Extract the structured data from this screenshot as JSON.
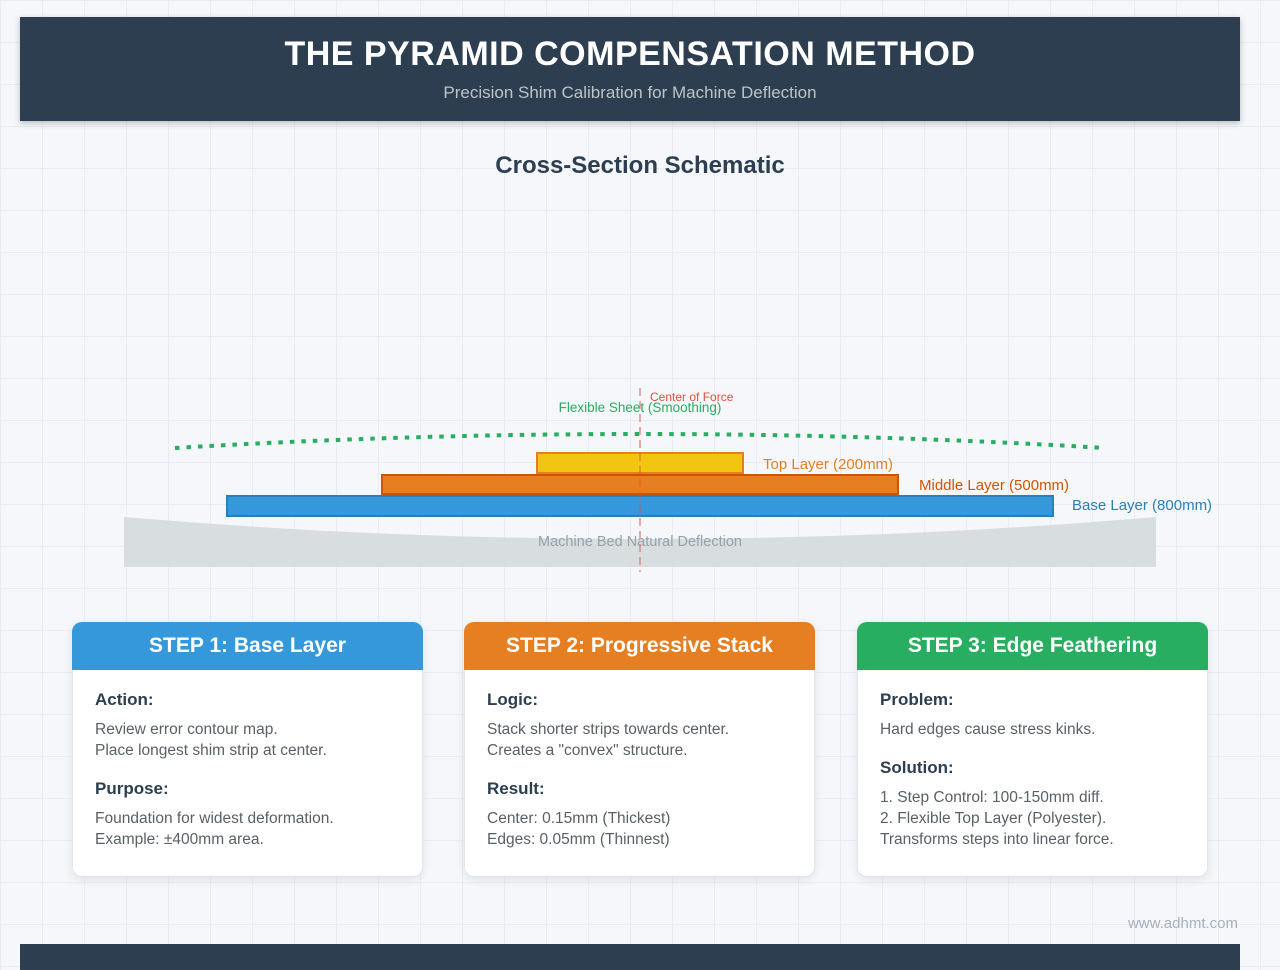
{
  "header": {
    "title": "THE PYRAMID COMPENSATION METHOD",
    "subtitle": "Precision Shim Calibration for Machine Deflection"
  },
  "schematic": {
    "title": "Cross-Section Schematic",
    "labels": {
      "center_of_force": "Center of Force",
      "flexible_sheet": "Flexible Sheet (Smoothing)",
      "top_layer": "Top Layer (200mm)",
      "middle_layer": "Middle Layer (500mm)",
      "base_layer": "Base Layer (800mm)",
      "machine_bed": "Machine Bed Natural Deflection"
    },
    "layers": [
      {
        "name": "Top Layer",
        "length_mm": 200,
        "fill": "#f2c511",
        "border": "#e67e22"
      },
      {
        "name": "Middle Layer",
        "length_mm": 500,
        "fill": "#e67e22",
        "border": "#d35400"
      },
      {
        "name": "Base Layer",
        "length_mm": 800,
        "fill": "#3498db",
        "border": "#2980b9"
      }
    ],
    "colors": {
      "flexible_sheet_line": "#27ae60",
      "center_of_force_line": "#e74c3c",
      "machine_bed_fill": "#d5d9dc"
    }
  },
  "cards": [
    {
      "title": "STEP 1: Base Layer",
      "accent": "#3498db",
      "sections": [
        {
          "heading": "Action:",
          "lines": [
            "Review error contour map.",
            "Place longest shim strip at center."
          ]
        },
        {
          "heading": "Purpose:",
          "lines": [
            "Foundation for widest deformation.",
            "Example: ±400mm area."
          ]
        }
      ]
    },
    {
      "title": "STEP 2: Progressive Stack",
      "accent": "#e67e22",
      "sections": [
        {
          "heading": "Logic:",
          "lines": [
            "Stack shorter strips towards center.",
            "Creates a \"convex\" structure."
          ]
        },
        {
          "heading": "Result:",
          "lines": [
            "Center: 0.15mm (Thickest)",
            "Edges: 0.05mm (Thinnest)"
          ]
        }
      ]
    },
    {
      "title": "STEP 3: Edge Feathering",
      "accent": "#27ae60",
      "sections": [
        {
          "heading": "Problem:",
          "lines": [
            "Hard edges cause stress kinks."
          ]
        },
        {
          "heading": "Solution:",
          "lines": [
            "1. Step Control: 100-150mm diff.",
            "2. Flexible Top Layer (Polyester).",
            "Transforms steps into linear force."
          ]
        }
      ]
    }
  ],
  "footer": {
    "website": "www.adhmt.com",
    "bar_color": "#2c3e50"
  }
}
